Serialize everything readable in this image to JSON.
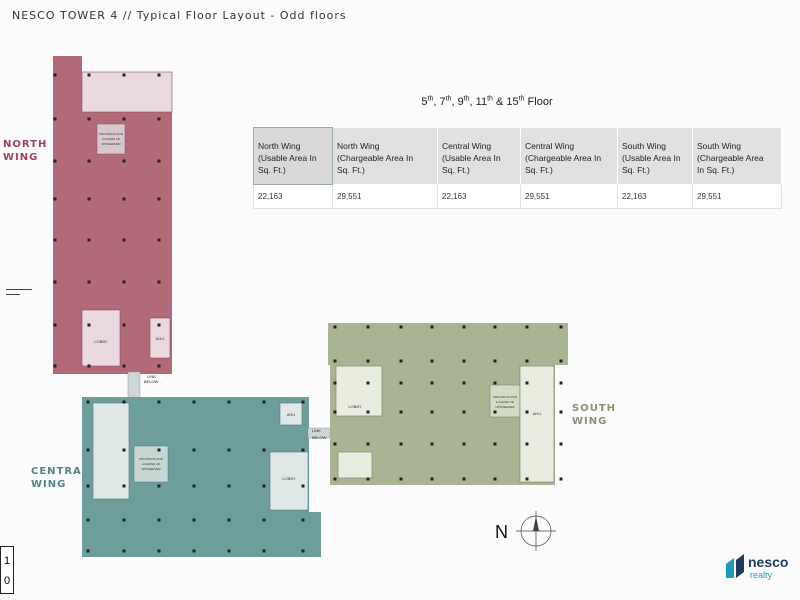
{
  "title": "NESCO TOWER 4 // Typical Floor Layout - Odd floors",
  "floors_caption": {
    "parts": [
      {
        "n": "5",
        "sup": "th",
        "sep": ", "
      },
      {
        "n": "7",
        "sup": "th",
        "sep": ", "
      },
      {
        "n": "9",
        "sup": "th",
        "sep": ", "
      },
      {
        "n": "11",
        "sup": "th",
        "sep": " & "
      },
      {
        "n": "15",
        "sup": "th",
        "sep": " Floor"
      }
    ]
  },
  "table": {
    "headers": [
      [
        "North Wing",
        "(Usable Area In",
        "Sq. Ft.)"
      ],
      [
        "North Wing",
        "(Chargeable Area In",
        "Sq. Ft.)"
      ],
      [
        "Central Wing",
        "(Usable Area In",
        "Sq. Ft.)"
      ],
      [
        "Central Wing",
        "(Chargeable Area In",
        "Sq. Ft.)"
      ],
      [
        "South Wing",
        "(Usable Area In",
        "Sq. Ft.)"
      ],
      [
        "South Wing",
        "(Chargeable Area",
        "In Sq. Ft.)"
      ]
    ],
    "values": [
      "22,163",
      "29,551",
      "22,163",
      "29,551",
      "22,163",
      "29,551"
    ]
  },
  "wings": {
    "north": [
      "NORTH",
      "WING"
    ],
    "central": [
      "CENTRAL",
      "WING"
    ],
    "south": [
      "SOUTH",
      "WING"
    ]
  },
  "plan_labels": {
    "link_below_1": [
      "LINK",
      "BELOW"
    ],
    "link_below_2": [
      "LINK",
      "BELOW"
    ],
    "lobby": "LOBBY",
    "ahu": "AHU",
    "provision": [
      "PROVISION FOR",
      "LOADING OF",
      "UPS/SERVER"
    ]
  },
  "compass_letter": "N",
  "page_number": [
    "1",
    "0"
  ],
  "logo": {
    "name": "nesco",
    "sub": "realty"
  },
  "colors": {
    "north": "#b26a78",
    "central": "#6e9e9c",
    "south": "#a9b592",
    "core": "#ead9df",
    "column": "#222222"
  }
}
